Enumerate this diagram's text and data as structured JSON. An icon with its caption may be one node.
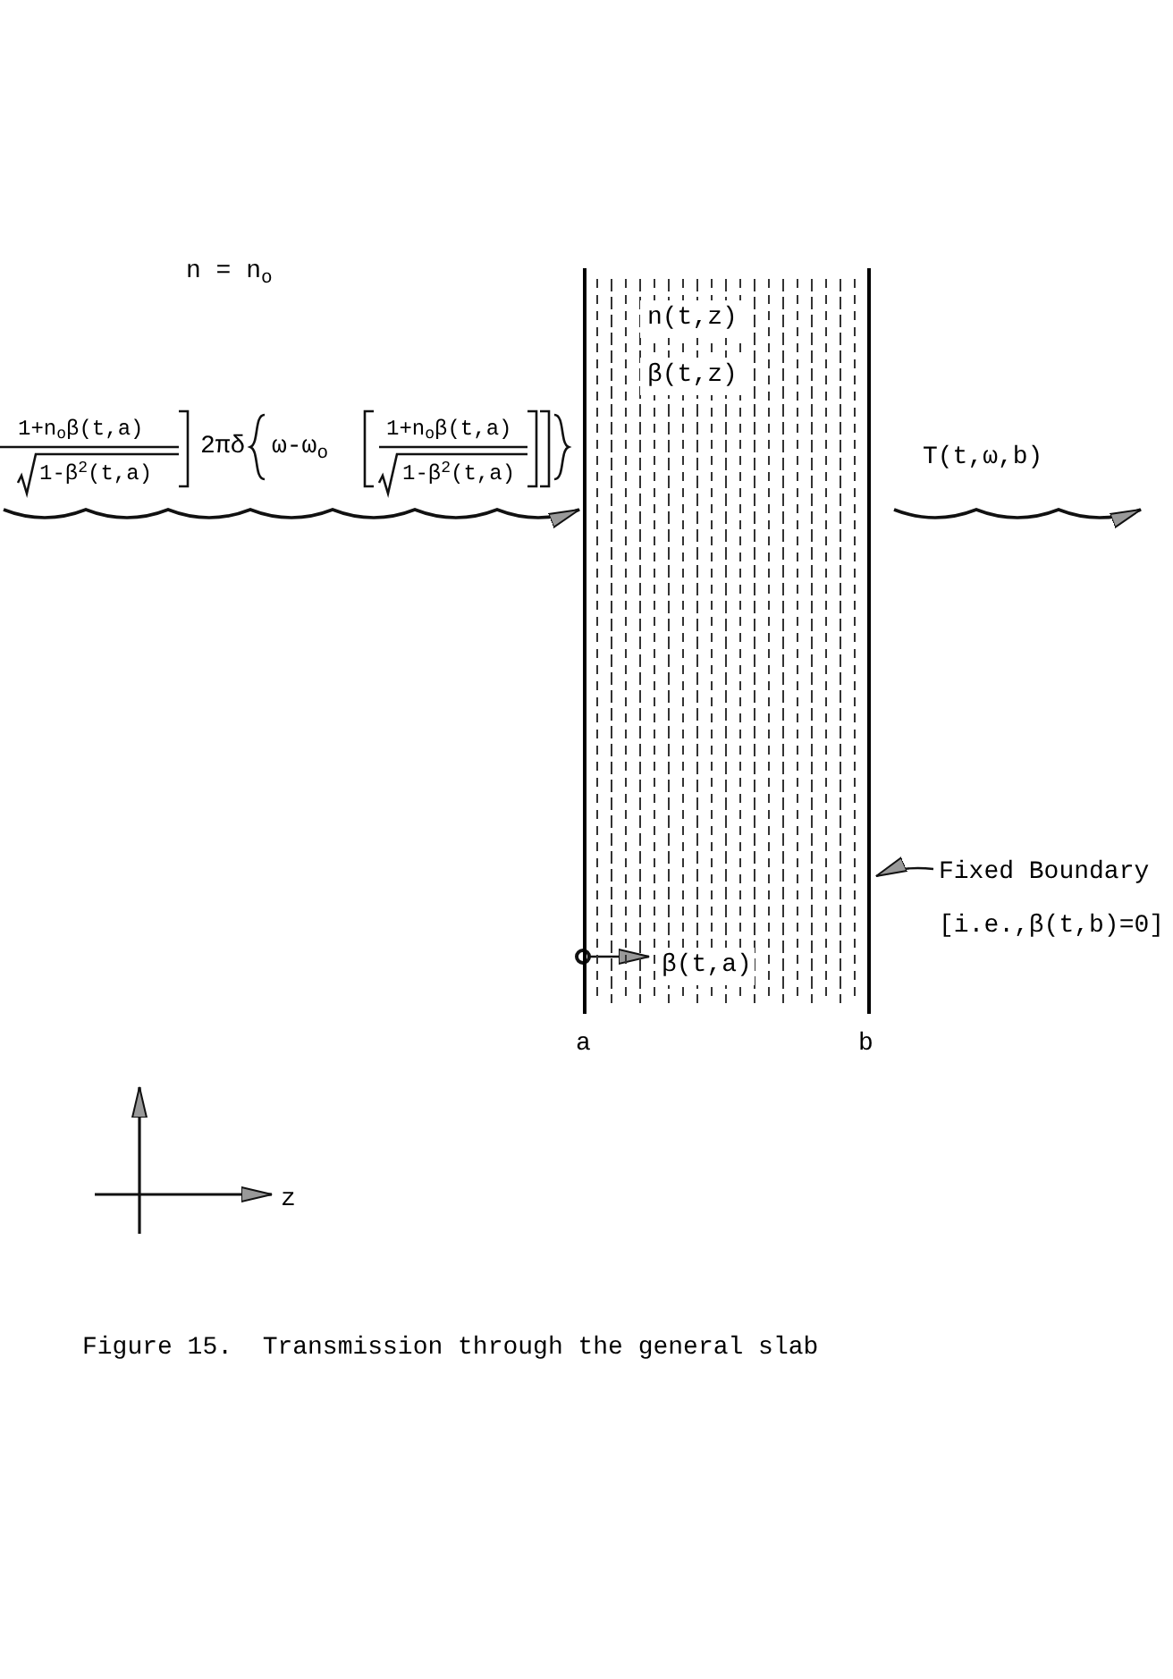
{
  "diagram": {
    "caption": "Figure 15.  Transmission through the general slab",
    "nodes": [
      {
        "text": [
          "n(t,z)",
          "β(t,z)"
        ]
      },
      {
        "text": [
          "Fixed Boundary",
          "[i.e.,β(t,b)=0]"
        ]
      }
    ],
    "edges": [
      {
        "from": null,
        "to": 0,
        "arrow": "to"
      },
      {
        "from": 1,
        "to": 0,
        "arrow": "to"
      }
    ],
    "labels": [
      "n = n$_{o}$",
      "1+n$_{o}$β(t,a)",
      "1-β$^{2}$(t,a)",
      "2πδ",
      "ω-ω$_{o}$",
      "1+n$_{o}$β(t,a)",
      "1-β$^{2}$(t,a)",
      "T(t,ω,b)",
      "β(t,a)",
      "a",
      "b",
      "z"
    ]
  }
}
